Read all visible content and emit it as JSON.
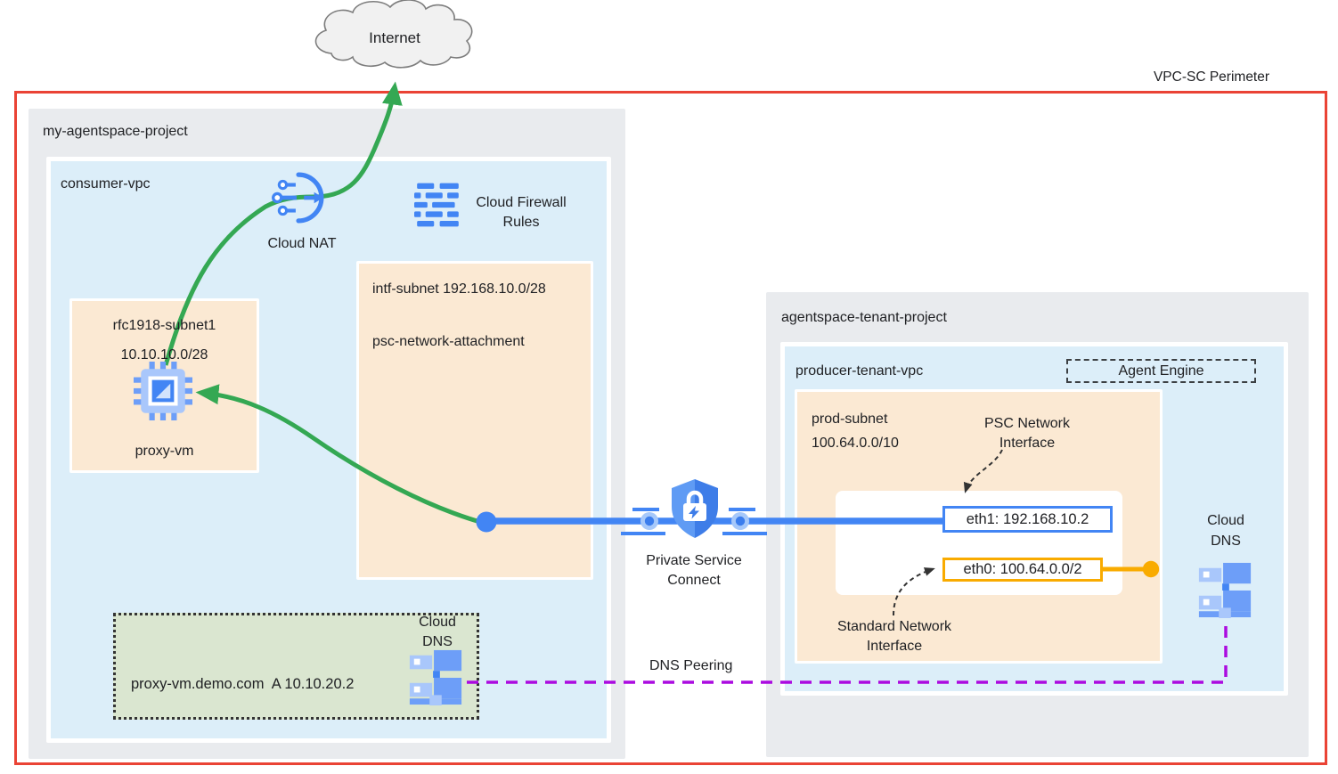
{
  "perimeter_label": "VPC-SC Perimeter",
  "internet_label": "Internet",
  "colors": {
    "perimeter_red": "#EA4335",
    "flow_green": "#34A853",
    "psc_blue": "#4285F4",
    "interface_gold": "#F9AB00",
    "dns_peering_purple": "#AB0BE0",
    "project_gray": "#E9EBEE",
    "vpc_blue": "#DCEEF9",
    "subnet_peach": "#FBE9D3",
    "dns_zone_green": "#DAE6D0"
  },
  "consumer_project": {
    "name": "my-agentspace-project",
    "vpc_name": "consumer-vpc",
    "cloud_nat_label": "Cloud NAT",
    "firewall_label": [
      "Cloud Firewall",
      "Rules"
    ],
    "intf_subnet_label": "intf-subnet 192.168.10.0/28",
    "psc_attachment_label": "psc-network-attachment",
    "rfc1918_subnet_name": "rfc1918-subnet1",
    "rfc1918_subnet_cidr": "10.10.10.0/28",
    "proxy_vm_label": "proxy-vm",
    "dns_zone": {
      "record": "proxy-vm.demo.com  A 10.10.20.2",
      "dns_label": [
        "Cloud",
        "DNS"
      ]
    }
  },
  "psc_label": [
    "Private Service",
    "Connect"
  ],
  "dns_peering_label": "DNS Peering",
  "tenant_project": {
    "name": "agentspace-tenant-project",
    "vpc_name": "producer-tenant-vpc",
    "agent_engine_label": "Agent Engine",
    "prod_subnet_name": "prod-subnet",
    "prod_subnet_cidr": "100.64.0.0/10",
    "psc_interface_label": [
      "PSC Network",
      "Interface"
    ],
    "standard_interface_label": [
      "Standard Network",
      "Interface"
    ],
    "eth1_label": "eth1: 192.168.10.2",
    "eth0_label": "eth0: 100.64.0.0/2",
    "cloud_dns_label": [
      "Cloud",
      "DNS"
    ]
  }
}
